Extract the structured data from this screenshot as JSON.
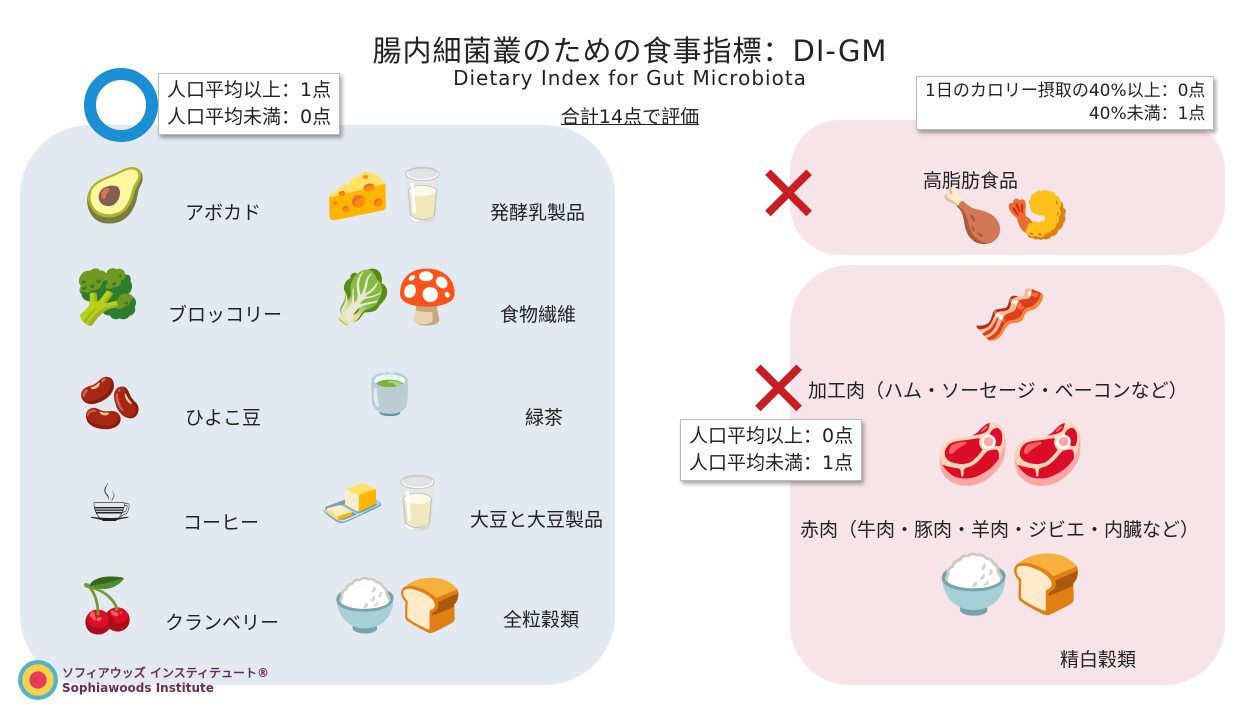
{
  "title": "腸内細菌叢のための食事指標：DI-GM",
  "subtitle": "Dietary Index for Gut Microbiota",
  "total": "合計14点で評価",
  "beneficial": {
    "score_line1": "人口平均以上：1点",
    "score_line2": "人口平均未満：0点",
    "items": [
      {
        "label": "アボカド",
        "icon": "🥑"
      },
      {
        "label": "発酵乳製品",
        "icon": "🧀🥛"
      },
      {
        "label": "ブロッコリー",
        "icon": "🥦"
      },
      {
        "label": "食物繊維",
        "icon": "🥬🍄"
      },
      {
        "label": "ひよこ豆",
        "icon": "🫘"
      },
      {
        "label": "緑茶",
        "icon": "🍵"
      },
      {
        "label": "コーヒー",
        "icon": "☕"
      },
      {
        "label": "大豆と大豆製品",
        "icon": "🧈🥛"
      },
      {
        "label": "クランベリー",
        "icon": "🍒"
      },
      {
        "label": "全粒穀類",
        "icon": "🍚🍞"
      }
    ]
  },
  "fat": {
    "score_line1": "1日のカロリー摂取の40%以上：0点",
    "score_line2": "40%未満：1点",
    "label": "高脂肪食品",
    "icon": "🍗🍤"
  },
  "harmful": {
    "score_line1": "人口平均以上：0点",
    "score_line2": "人口平均未満：1点",
    "processed": {
      "label": "加工肉（ハム・ソーセージ・ベーコンなど）",
      "icon": "🥓"
    },
    "red": {
      "label": "赤肉（牛肉・豚肉・羊肉・ジビエ・内臓など）",
      "icon": "🥩🥩"
    },
    "refined": {
      "label": "精白穀類",
      "icon": "🍚🍞"
    }
  },
  "logo": {
    "jp": "ソフィアウッズ インスティテュート®",
    "en": "Sophiawoods Institute"
  },
  "colors": {
    "ring": "#1a8fd3",
    "cross": "#c81e22",
    "left_panel": "#e2e9f1",
    "right_panel": "#f7e4e9"
  }
}
